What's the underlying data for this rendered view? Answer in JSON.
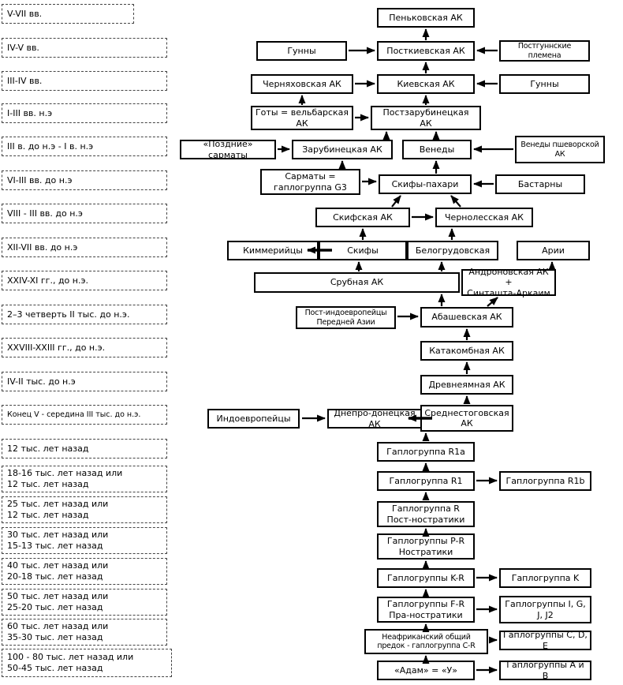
{
  "colors": {
    "box_border": "#000000",
    "timeline_border": "#444444",
    "background": "#ffffff",
    "arrow": "#000000"
  },
  "timeline": [
    "V-VII вв.",
    "IV-V вв.",
    "III-IV вв.",
    "I-III вв. н.э",
    "III в. до н.э - I в. н.э",
    "VI-III вв. до н.э",
    "VIII - III вв. до н.э",
    "XII-VII вв. до н.э",
    "XXIV-XI гг., до н.э.",
    "2–3 четверть II тыс. до н.э.",
    "XXVIII-XXIII гг., до н.э.",
    "IV-II тыс. до н.э",
    "Конец V - середина III тыс. до н.э.",
    "12 тыс. лет назад",
    "18-16 тыс. лет назад или\n12 тыс. лет назад",
    "25 тыс. лет назад или\n12 тыс. лет назад",
    "30 тыс. лет назад или\n15-13 тыс. лет назад",
    "40 тыс. лет назад или\n20-18 тыс. лет назад",
    "50 тыс. лет назад или\n25-20 тыс. лет назад",
    "60 тыс. лет назад или\n35-30 тыс. лет назад",
    "100 - 80 тыс. лет назад или\n50-45 тыс. лет назад"
  ],
  "nodes": {
    "penkovskaya": "Пеньковская АК",
    "gunny_left": "Гунны",
    "postkievskaya": "Посткиевская АК",
    "postgunnskie": "Постгуннские племена",
    "chernyahovskaya": "Черняховская АК",
    "kievskaya": "Киевская АК",
    "gunny_right": "Гунны",
    "goty": "Готы = вельбарская\nАК",
    "postzarubineckaya": "Постзарубинецкая\nАК",
    "pozdnie_sarmaty": "«Поздние» сарматы",
    "zarubineckaya": "Зарубинецкая АК",
    "venedy": "Венеды",
    "venedy_pshevor": "Венеды пшеворской\nАК",
    "sarmaty_g3": "Сарматы =\nгаплогруппа G3",
    "skify_pahari": "Скифы-пахари",
    "bastarny": "Бастарны",
    "skifskaya": "Скифская АК",
    "chernolesskaya": "Чернолесская АК",
    "kimmerijcy": "Киммерийцы",
    "skify": "Скифы",
    "belogrudovskaya": "Белогрудовская",
    "arii": "Арии",
    "srubnaya": "Срубная АК",
    "andronovskaya": "Андроновская АК +\nСинташта-Аркаим",
    "post_indoevropejcy": "Пост-индоевропейцы\nПередней Азии",
    "abashevskaya": "Абашевская АК",
    "katakombnaya": "Катакомбная АК",
    "drevneyamnaya": "Древнеямная АК",
    "indoevropejcy": "Индоевропейцы",
    "dnepro_doneckaya": "Днепро-донецкая АК",
    "srednestogovskaya": "Среднестоговская\nАК",
    "r1a": "Гаплогруппа R1a",
    "r1": "Гаплогруппа R1",
    "r1b": "Гаплогруппа R1b",
    "r_post_nostratiki": "Гаплогруппа R\nПост-ностратики",
    "pr_nostratiki": "Гаплогруппы P-R\nНостратики",
    "kr": "Гаплогруппы K-R",
    "k": "Гаплогруппа K",
    "fr_pranostratiki": "Гаплогруппы F-R\nПра-ностратики",
    "igj": "Гаплогруппы I, G,\nJ, J2",
    "neafrikanskij": "Неафриканский общий\nпредок - гаплогруппа C-R",
    "cde": "Гаплогруппы C, D, E",
    "adam": "«Адам» = «У»",
    "ab": "Гаплогруппы A и B"
  },
  "edges": [
    "postkievskaya->penkovskaya",
    "gunny_left->postkievskaya",
    "postgunnskie->postkievskaya",
    "kievskaya->postkievskaya",
    "chernyahovskaya->kievskaya",
    "gunny_right->kievskaya",
    "postzarubineckaya->kievskaya",
    "goty->chernyahovskaya",
    "goty->postzarubineckaya",
    "zarubineckaya->postzarubineckaya",
    "venedy->postzarubineckaya",
    "pozdnie_sarmaty->zarubineckaya",
    "venedy_pshevor->venedy",
    "sarmaty_g3->zarubineckaya",
    "sarmaty_g3->skify_pahari",
    "skify_pahari->venedy",
    "bastarny->skify_pahari",
    "skifskaya->skify_pahari",
    "chernolesskaya->skify_pahari",
    "skifskaya->chernolesskaya",
    "skify->skifskaya",
    "belogrudovskaya->chernolesskaya",
    "skify->kimmerijcy",
    "srubnaya->skify",
    "srubnaya->belogrudovskaya",
    "andronovskaya->arii",
    "abashevskaya->srubnaya",
    "abashevskaya->andronovskaya",
    "post_indoevropejcy->abashevskaya",
    "katakombnaya->abashevskaya",
    "drevneyamnaya->katakombnaya",
    "srednestogovskaya->drevneyamnaya",
    "indoevropejcy->dnepro_doneckaya",
    "srednestogovskaya->dnepro_doneckaya",
    "r1a->srednestogovskaya",
    "r1->r1a",
    "r1->r1b",
    "r_post_nostratiki->r1",
    "pr_nostratiki->r_post_nostratiki",
    "kr->pr_nostratiki",
    "kr->k",
    "fr_pranostratiki->kr",
    "fr_pranostratiki->igj",
    "neafrikanskij->fr_pranostratiki",
    "neafrikanskij->cde",
    "adam->neafrikanskij",
    "adam->ab"
  ]
}
